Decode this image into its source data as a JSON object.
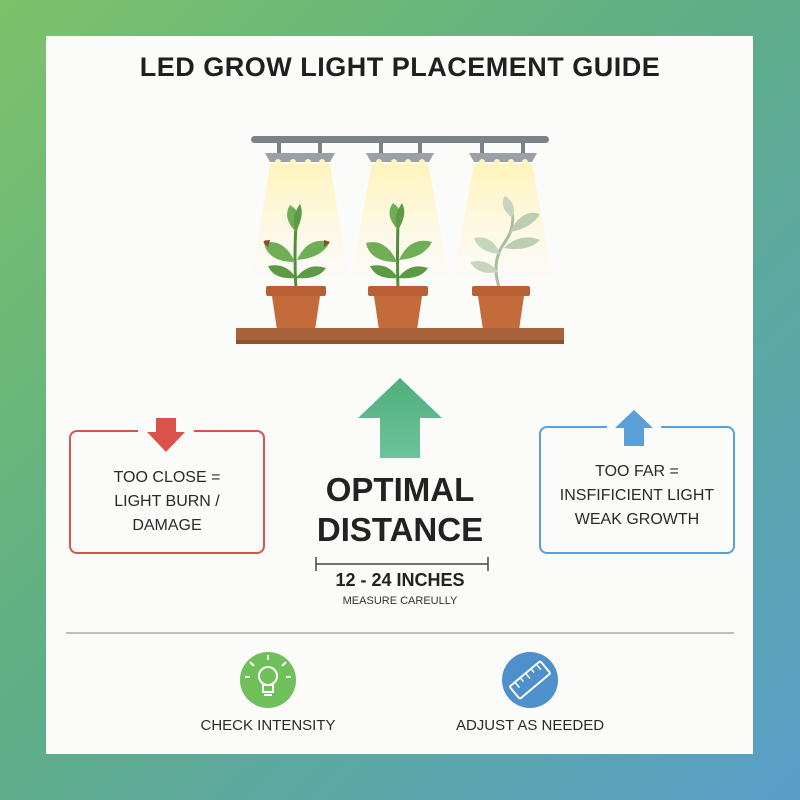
{
  "title": "LED GROW LIGHT PLACEMENT GUIDE",
  "too_close": {
    "line1": "TOO CLOSE =",
    "line2": "LIGHT BURN /",
    "line3": "DAMAGE"
  },
  "too_far": {
    "line1": "TOO FAR =",
    "line2": "INSFIFICIENT LIGHT",
    "line3": "WEAK GROWTH"
  },
  "optimal": {
    "line1": "OPTIMAL",
    "line2": "DISTANCE"
  },
  "range": "12 - 24 INCHES",
  "measure": "MEASURE CAREULLY",
  "footer": {
    "check": "CHECK INTENSITY",
    "adjust": "ADJUST AS NEEDED"
  },
  "icons": {
    "check": "lightbulb-icon",
    "adjust": "ruler-icon",
    "close_arrow": "arrow-down-icon",
    "far_arrow": "arrow-up-icon",
    "optimal_arrow": "arrow-up-icon"
  },
  "colors": {
    "red": "#d9534a",
    "blue": "#5aa0d6",
    "green": "#5bb384",
    "shelf": "#a8623a",
    "pot": "#c46b3c",
    "leaf": "#6fae54"
  }
}
